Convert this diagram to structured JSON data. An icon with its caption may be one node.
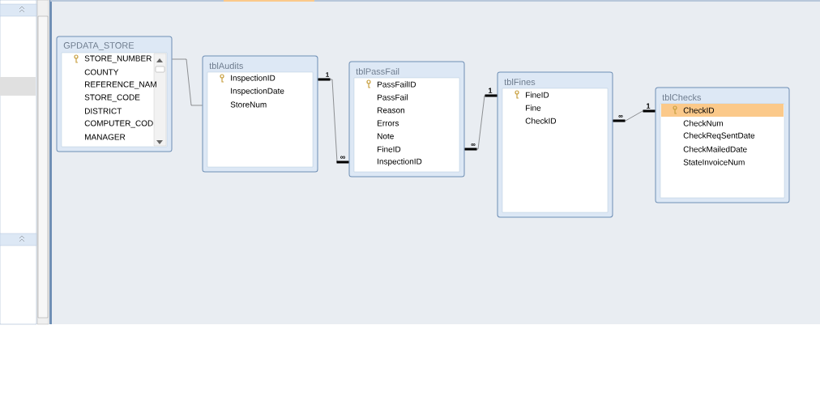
{
  "diagram": {
    "nodes": [
      {
        "text": [
          "GPDATA_STORE",
          "STORE_NUMBER",
          "COUNTY",
          "REFERENCE_NAM",
          "STORE_CODE",
          "DISTRICT",
          "COMPUTER_COD",
          "MANAGER"
        ]
      },
      {
        "text": [
          "tblAudits",
          "InspectionID",
          "InspectionDate",
          "StoreNum"
        ]
      },
      {
        "text": [
          "tblPassFail",
          "PassFailID",
          "PassFail",
          "Reason",
          "Errors",
          "Note",
          "FineID",
          "InspectionID"
        ]
      },
      {
        "text": [
          "tblFines",
          "FineID",
          "Fine",
          "CheckID"
        ]
      },
      {
        "text": [
          "tblChecks",
          "CheckID",
          "CheckNum",
          "CheckReqSentDate",
          "CheckMailedDate",
          "StateInvoiceNum"
        ]
      }
    ],
    "edges": [
      {
        "from": 0,
        "to": 1,
        "arrow": "none"
      },
      {
        "from": 1,
        "to": 2,
        "arrow": "other"
      },
      {
        "from": 2,
        "to": 3,
        "arrow": "other"
      },
      {
        "from": 3,
        "to": 4,
        "arrow": "other"
      }
    ],
    "labels": [
      "1",
      "∞",
      "∞",
      "1",
      "∞",
      "1"
    ]
  }
}
